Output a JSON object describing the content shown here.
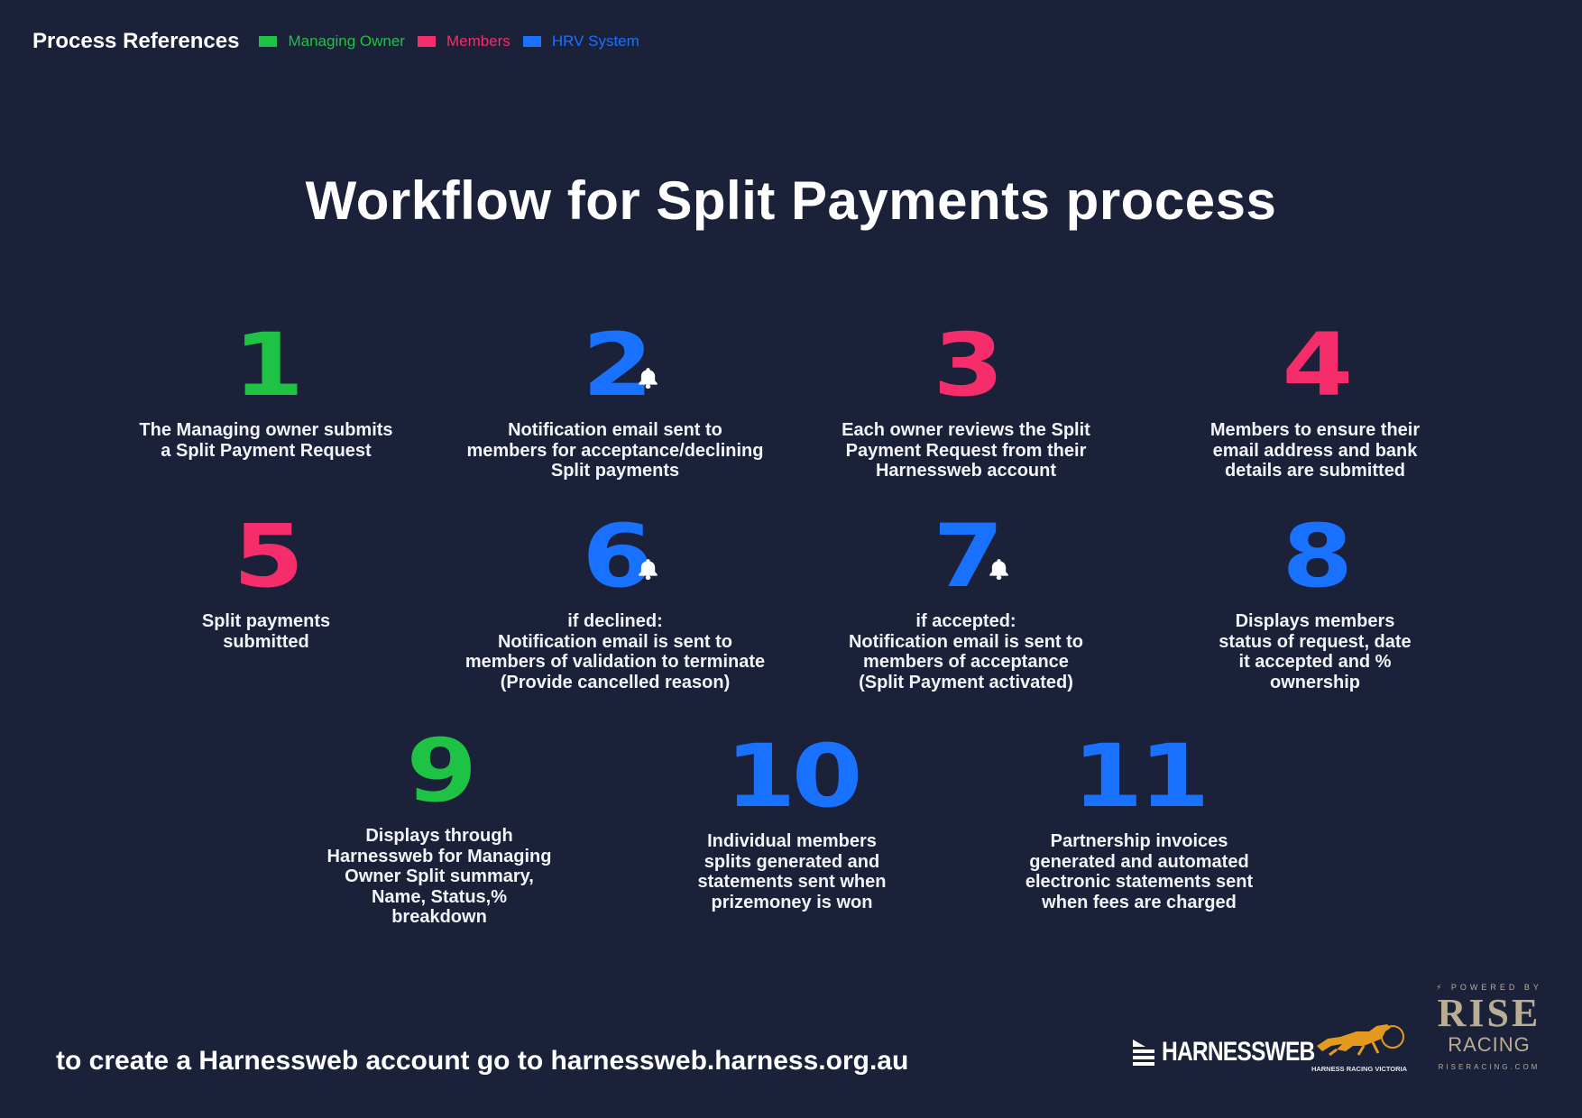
{
  "colors": {
    "background": "#1a2139",
    "managing_owner": "#1ec244",
    "members": "#f52d6b",
    "hrv_system": "#1972ff",
    "text": "#ffffff",
    "rise_gold": "#b9ad93"
  },
  "legend": {
    "title": "Process References",
    "items": [
      {
        "label": "Managing Owner",
        "color": "#1ec244"
      },
      {
        "label": "Members",
        "color": "#f52d6b"
      },
      {
        "label": "HRV System",
        "color": "#1972ff"
      }
    ]
  },
  "title": "Workflow for Split Payments process",
  "steps": [
    {
      "number": "1",
      "color": "#1ec244",
      "bell": false,
      "text": "The Managing owner submits\na Split Payment Request"
    },
    {
      "number": "2",
      "color": "#1972ff",
      "bell": true,
      "bell_icon": "bell-icon",
      "text": "Notification email sent to\nmembers for acceptance/declining\nSplit payments"
    },
    {
      "number": "3",
      "color": "#f52d6b",
      "bell": false,
      "text": "Each owner reviews the Split\nPayment Request from their\nHarnessweb account"
    },
    {
      "number": "4",
      "color": "#f52d6b",
      "bell": false,
      "text": "Members to ensure their\nemail address and bank\ndetails are submitted"
    },
    {
      "number": "5",
      "color": "#f52d6b",
      "bell": false,
      "text": "Split payments\nsubmitted"
    },
    {
      "number": "6",
      "color": "#1972ff",
      "bell": true,
      "bell_icon": "bell-icon",
      "text": "if declined:\nNotification email is sent to\nmembers of validation to terminate\n(Provide cancelled reason)"
    },
    {
      "number": "7",
      "color": "#1972ff",
      "bell": true,
      "bell_icon": "bell-icon",
      "text": "if accepted:\nNotification email is sent to\nmembers of acceptance\n(Split Payment activated)"
    },
    {
      "number": "8",
      "color": "#1972ff",
      "bell": false,
      "text": "Displays members\nstatus of request, date\nit accepted and %\nownership"
    },
    {
      "number": "9",
      "color": "#1ec244",
      "bell": false,
      "text": "Displays through\nHarnessweb for Managing\nOwner Split summary,\nName, Status,%\nbreakdown"
    },
    {
      "number": "10",
      "color": "#1972ff",
      "bell": false,
      "text": "Individual members\nsplits generated and\nstatements sent when\nprizemoney is won"
    },
    {
      "number": "11",
      "color": "#1972ff",
      "bell": false,
      "text": "Partnership invoices\ngenerated and automated\nelectronic statements sent\nwhen fees are charged"
    }
  ],
  "footer": {
    "text": "to create a Harnessweb account go to harnessweb.harness.org.au",
    "logos": {
      "harnessweb": "HARNESSWEB",
      "hrv_caption": "HARNESS RACING VICTORIA",
      "rise_powered": "POWERED BY",
      "rise_name": "RISE",
      "rise_racing": "RACING",
      "rise_url": "RISERACING.COM"
    }
  }
}
